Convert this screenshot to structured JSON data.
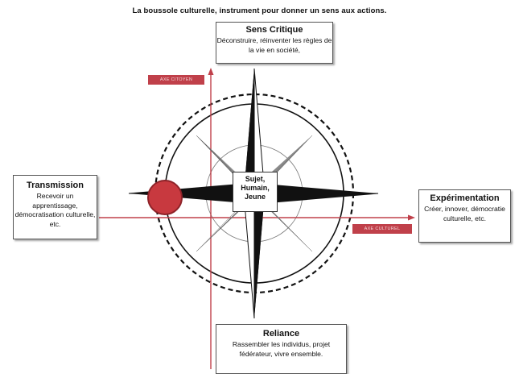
{
  "title": "La boussole culturelle, instrument pour donner un sens aux actions.",
  "center": {
    "lines": [
      "Sujet,",
      "Humain,",
      "Jeune"
    ]
  },
  "top": {
    "heading": "Sens Critique",
    "text": "Déconstruire, réinventer les règles de la vie en société,"
  },
  "left": {
    "heading": "Transmission",
    "text": "Recevoir un apprentissage, démocratisation culturelle, etc."
  },
  "right": {
    "heading": "Expérimentation",
    "text": "Créer, innover, démocratie culturelle, etc."
  },
  "bottom": {
    "heading": "Reliance",
    "text": "Rassembler les individus, projet fédérateur, vivre ensemble."
  },
  "axes": {
    "citoyen": "AXE CITOYEN",
    "culturel": "AXE CULTUREL"
  },
  "colors": {
    "axis": "#c0404a",
    "marker_fill": "#c8393f",
    "marker_stroke": "#8e2228",
    "needle_dark": "#111111",
    "needle_grey": "#8a8a8a"
  }
}
